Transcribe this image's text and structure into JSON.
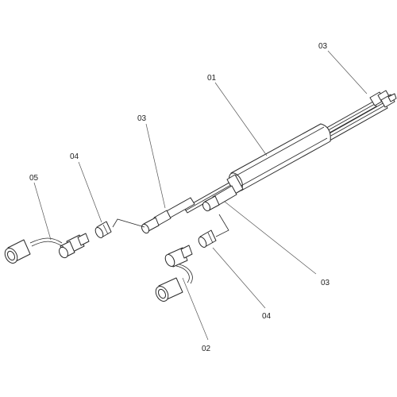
{
  "callouts": {
    "c01": "01",
    "c02": "02",
    "c03_top_right": "03",
    "c03_left": "03",
    "c03_bottom": "03",
    "c04_upper": "04",
    "c04_lower": "04",
    "c05": "05"
  },
  "colors": {
    "line": "#2b2b2b",
    "background": "#ffffff"
  }
}
